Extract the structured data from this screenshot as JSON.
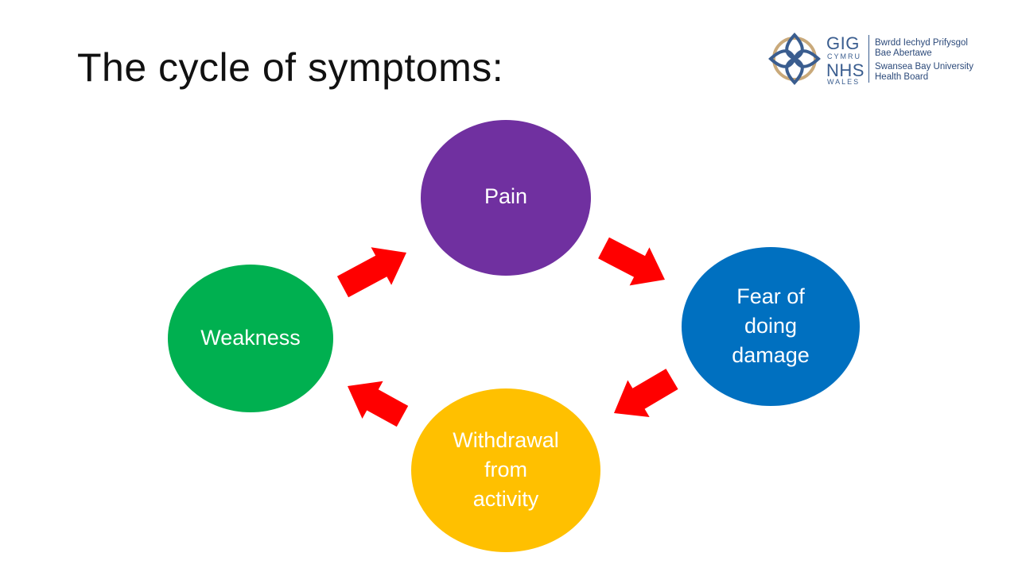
{
  "title": "The cycle of symptoms:",
  "logo": {
    "gig": "GIG",
    "cymru": "CYMRU",
    "nhs": "NHS",
    "wales": "WALES",
    "line1": "Bwrdd Iechyd Prifysgol",
    "line2": "Bae Abertawe",
    "line3": "Swansea Bay University",
    "line4": "Health Board"
  },
  "nodes": [
    {
      "id": "pain",
      "label": "Pain",
      "color": "#7030a0"
    },
    {
      "id": "fear",
      "label": "Fear of\ndoing\ndamage",
      "color": "#0070c0"
    },
    {
      "id": "withdrawal",
      "label": "Withdrawal\nfrom\nactivity",
      "color": "#ffc000"
    },
    {
      "id": "weakness",
      "label": "Weakness",
      "color": "#00b050"
    }
  ],
  "edges": [
    {
      "from": "pain",
      "to": "fear"
    },
    {
      "from": "fear",
      "to": "withdrawal"
    },
    {
      "from": "withdrawal",
      "to": "weakness"
    },
    {
      "from": "weakness",
      "to": "pain"
    }
  ],
  "arrow_color": "#ff0000"
}
